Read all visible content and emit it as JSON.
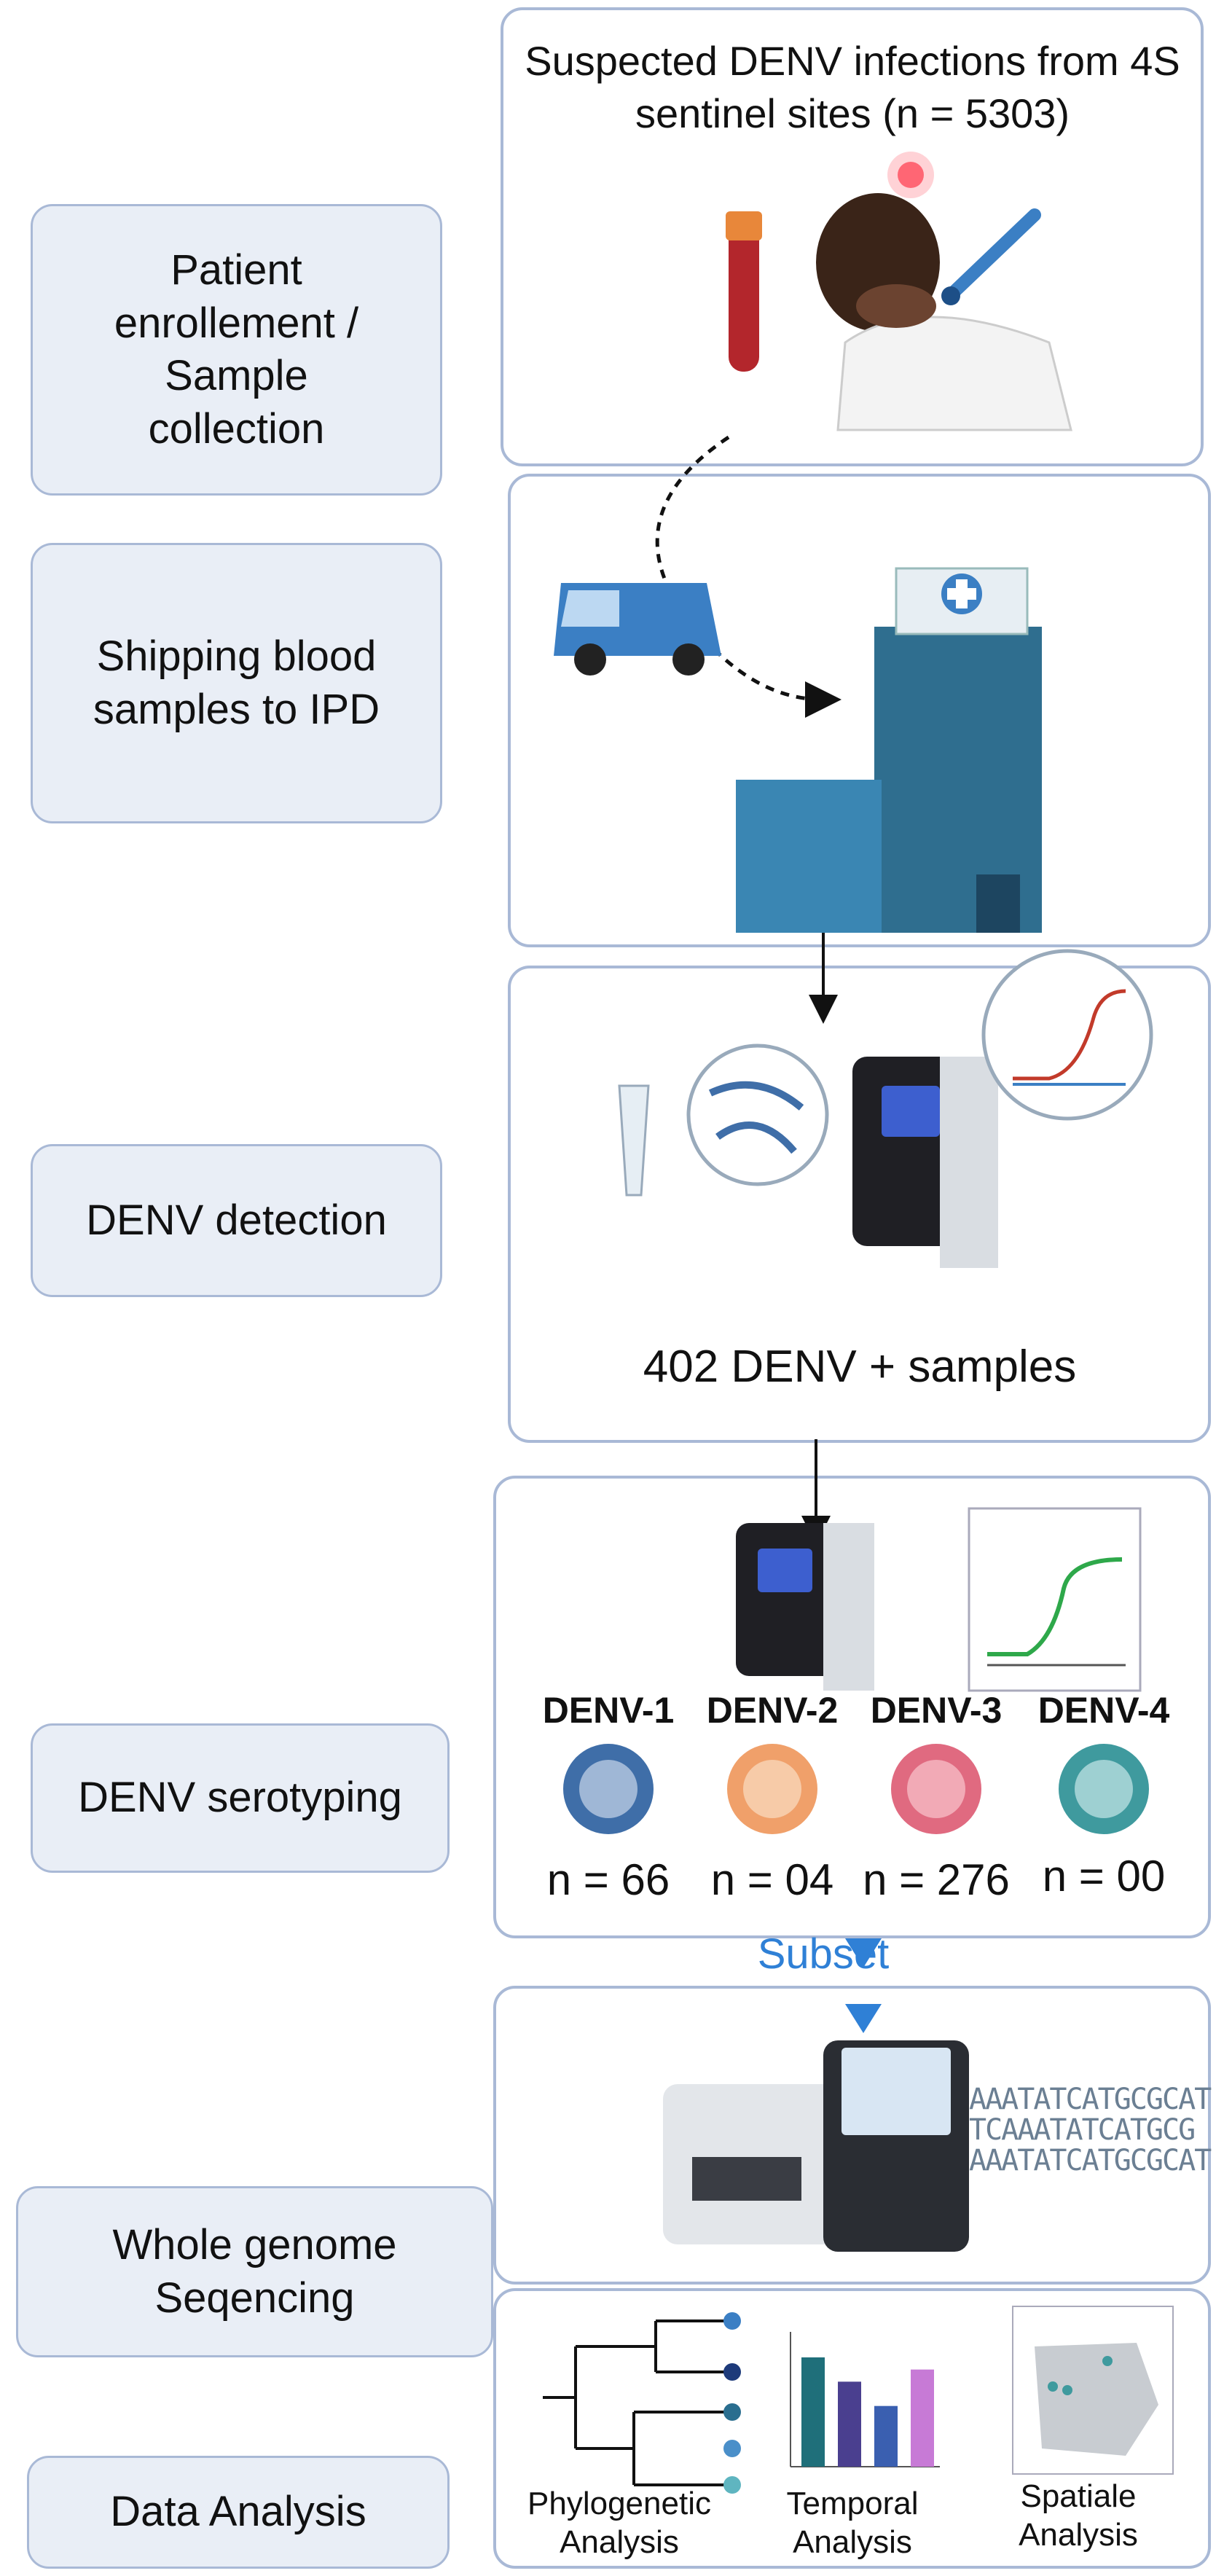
{
  "steps": [
    {
      "label_lines": [
        "Patient",
        "enrollement /",
        "Sample",
        "collection"
      ]
    },
    {
      "label_lines": [
        "Shipping blood",
        "samples to IPD"
      ]
    },
    {
      "label_lines": [
        "DENV detection"
      ]
    },
    {
      "label_lines": [
        "DENV serotyping"
      ]
    },
    {
      "label_lines": [
        "Whole genome",
        "Seqencing"
      ]
    },
    {
      "label_lines": [
        "Data Analysis"
      ]
    }
  ],
  "panel1": {
    "title_lines": [
      "Suspected DENV infections from 4S",
      "sentinel sites (n = 5303)"
    ]
  },
  "panel3": {
    "result": "402 DENV + samples"
  },
  "panel4": {
    "serotypes": [
      {
        "name": "DENV-1",
        "count": "n = 66",
        "color": "#3f6ea8"
      },
      {
        "name": "DENV-2",
        "count": "n = 04",
        "color": "#f0a06a"
      },
      {
        "name": "DENV-3",
        "count": "n = 276",
        "color": "#e06a80"
      },
      {
        "name": "DENV-4",
        "count": "n = 00",
        "color": "#3f9a9e"
      }
    ]
  },
  "subset_label": "Subset",
  "panel5": {
    "sequence_lines": [
      "AAATATCATGCGCAT",
      "TCAAATATCATGCG",
      "AAATATCATGCGCAT"
    ]
  },
  "panel6": {
    "analyses": [
      {
        "lines": [
          "Phylogenetic",
          "Analysis"
        ]
      },
      {
        "lines": [
          "Temporal",
          "Analysis"
        ]
      },
      {
        "lines": [
          "Spatiale",
          "Analysis"
        ]
      }
    ],
    "bar_chart": {
      "values": [
        9,
        7,
        5,
        8
      ],
      "colors": [
        "#1f6f7a",
        "#4a3f8f",
        "#3a5fb0",
        "#c77ad6"
      ]
    }
  },
  "colors": {
    "accent_blue": "#2f80d6",
    "step_fill": "#e9eef6",
    "border": "#a9b9d6"
  }
}
